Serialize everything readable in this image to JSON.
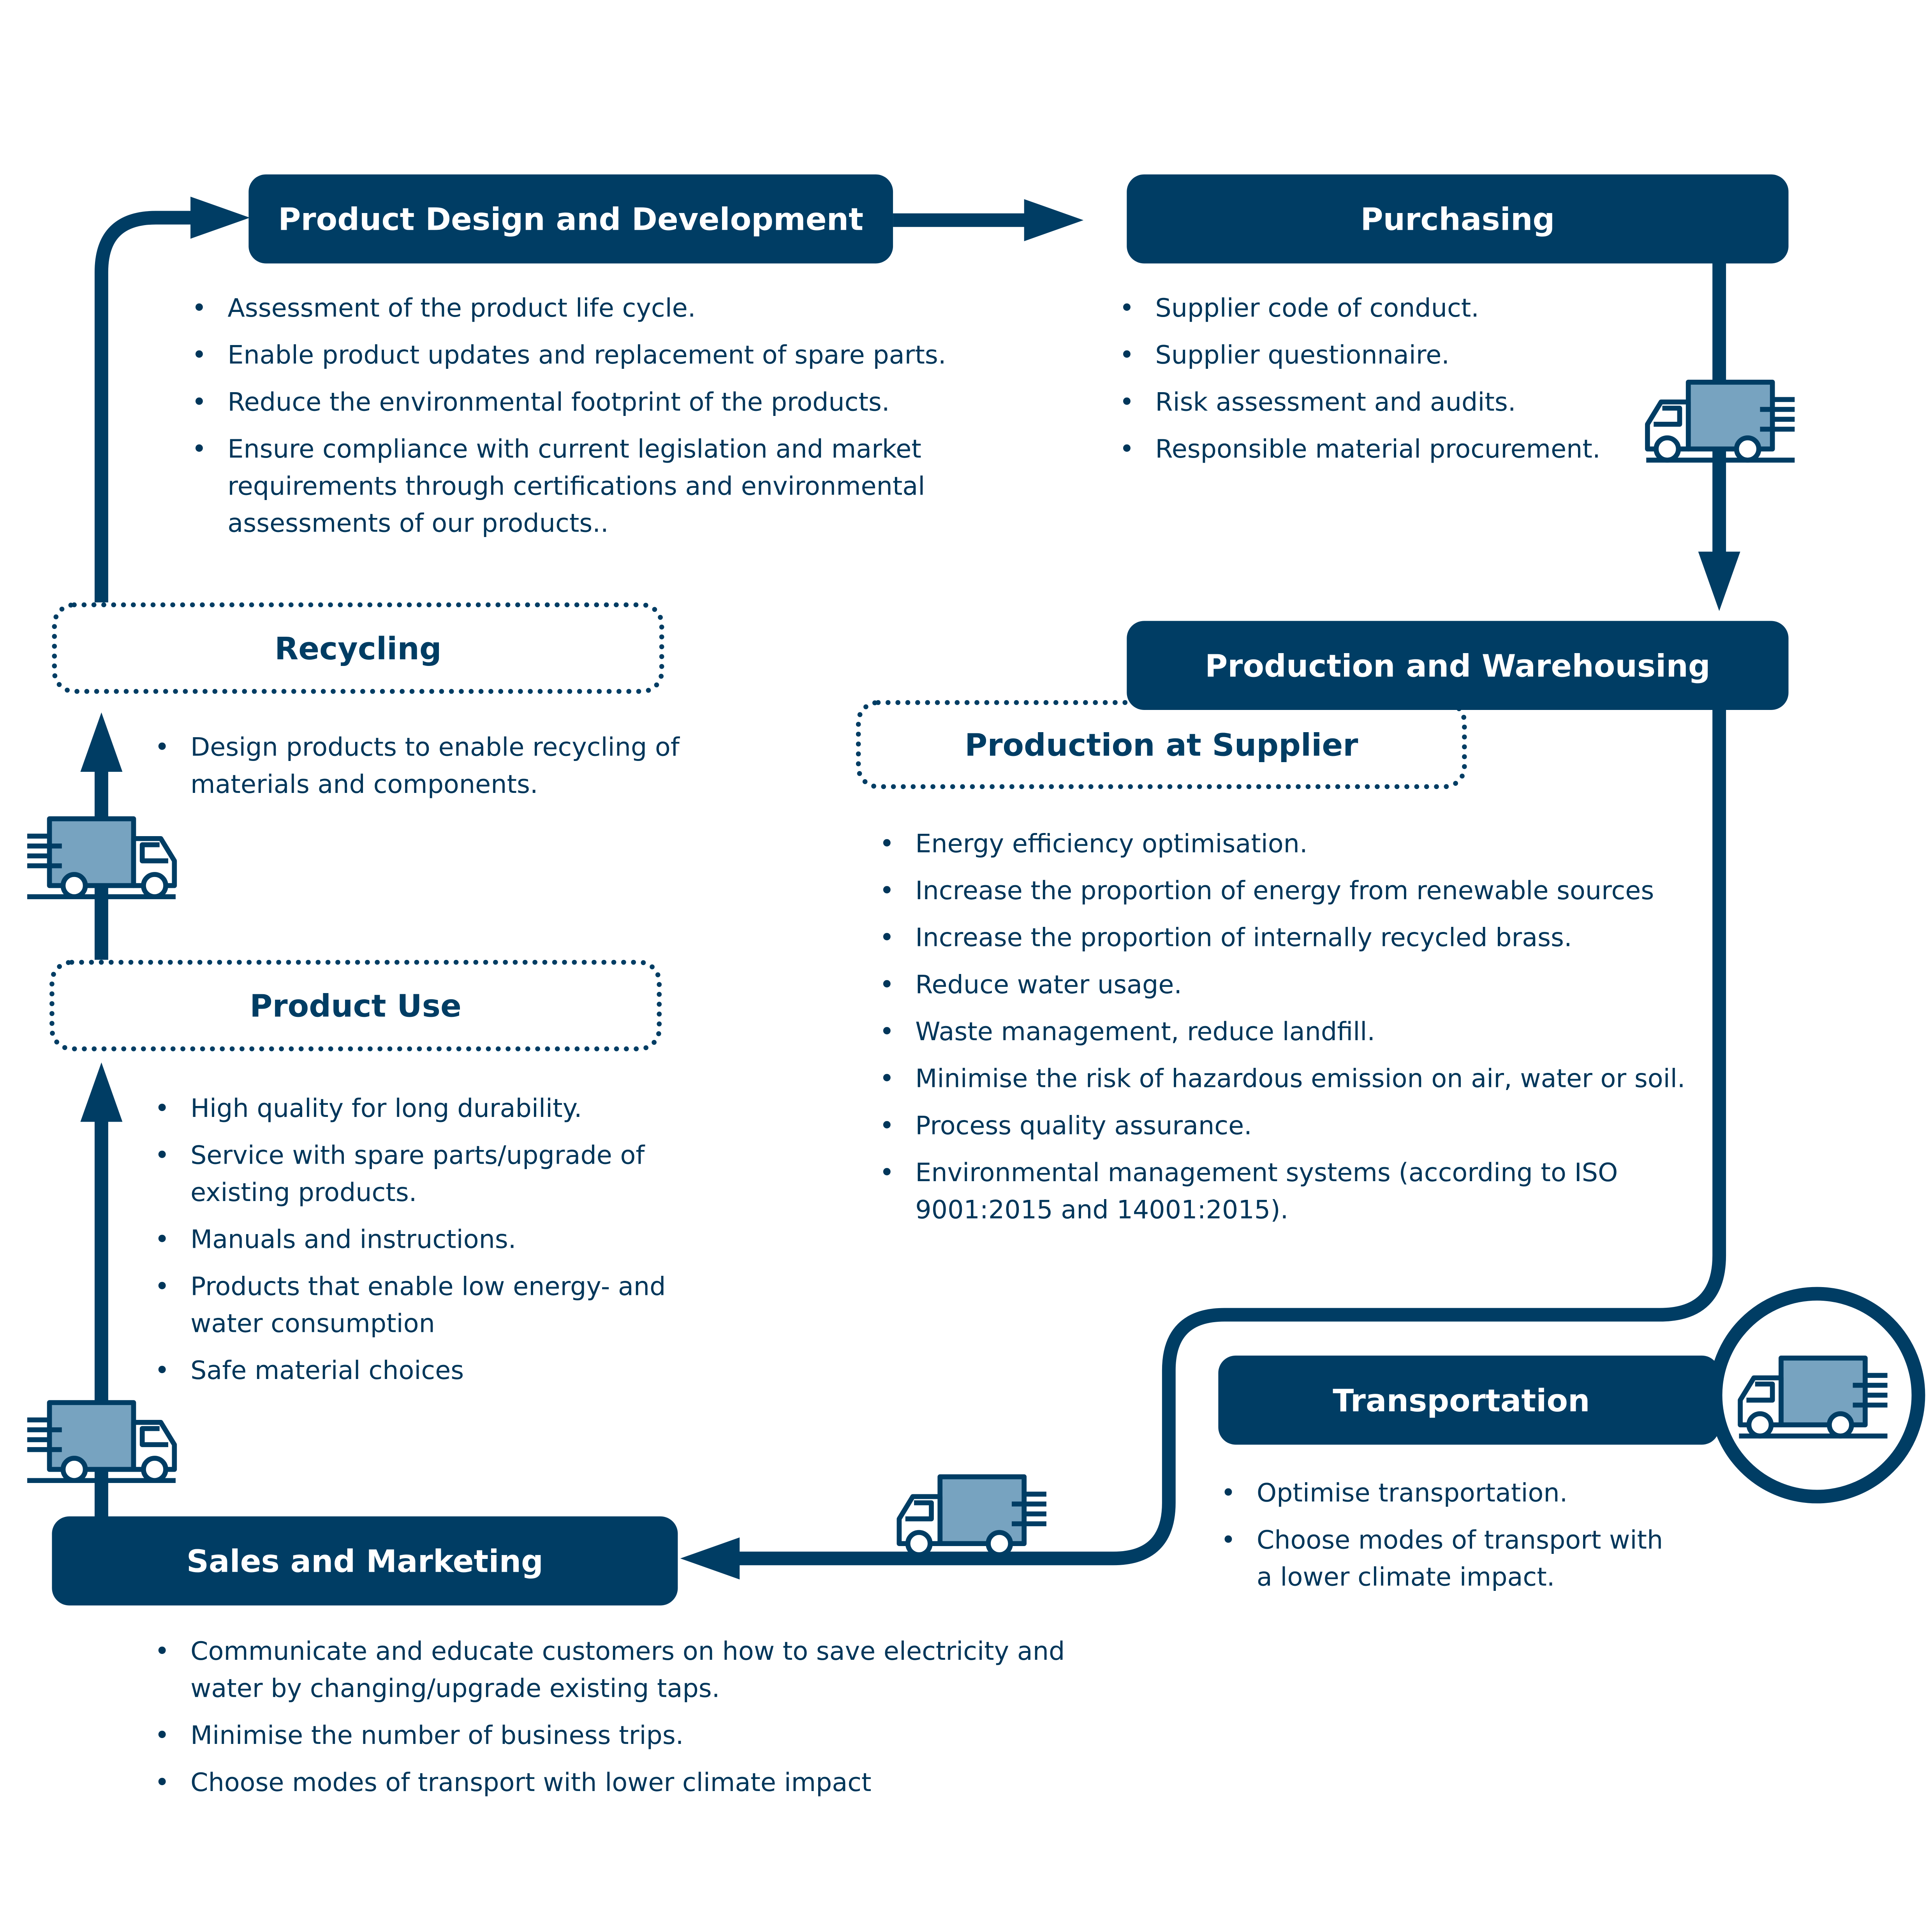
{
  "colors": {
    "navy": "#003d64",
    "truck_fill": "#77a3c0",
    "text": "#00365a"
  },
  "stages": {
    "design": {
      "title": "Product Design and Development",
      "items": [
        "Assessment of the product life cycle.",
        "Enable product updates and replacement of spare parts.",
        "Reduce the environmental footprint of the products.",
        "Ensure compliance with current legislation and market requirements through certifications and environmental assessments of our products.."
      ]
    },
    "purchasing": {
      "title": "Purchasing",
      "items": [
        "Supplier code of conduct.",
        "Supplier questionnaire.",
        "Risk assessment and audits.",
        "Responsible material procurement."
      ]
    },
    "production": {
      "title": "Production and Warehousing"
    },
    "supplier": {
      "title": "Production at Supplier",
      "items": [
        "Energy efficiency optimisation.",
        "Increase the proportion of energy from renewable sources",
        "Increase the proportion of internally recycled brass.",
        "Reduce water usage.",
        "Waste management, reduce landfill.",
        "Minimise the risk of hazardous emission on air, water or soil.",
        "Process quality assurance.",
        "Environmental management systems (according to ISO 9001:2015 and 14001:2015)."
      ]
    },
    "transportation": {
      "title": "Transportation",
      "items": [
        "Optimise transportation.",
        "Choose modes of transport with a lower climate impact."
      ]
    },
    "sales": {
      "title": "Sales and Marketing",
      "items": [
        "Communicate and educate customers on how to save electricity and water by changing/upgrade existing taps.",
        "Minimise the number of business trips.",
        "Choose modes of transport with lower climate impact"
      ]
    },
    "use": {
      "title": "Product Use",
      "items": [
        "High quality for long durability.",
        "Service with spare parts/upgrade of existing products.",
        "Manuals and instructions.",
        "Products that enable low energy- and water consumption",
        "Safe material choices"
      ]
    },
    "recycling": {
      "title": "Recycling",
      "items": [
        "Design products to enable recycling of materials and components."
      ]
    }
  },
  "icons": {
    "truck": "delivery-truck-icon",
    "arrow": "arrowhead-icon"
  }
}
